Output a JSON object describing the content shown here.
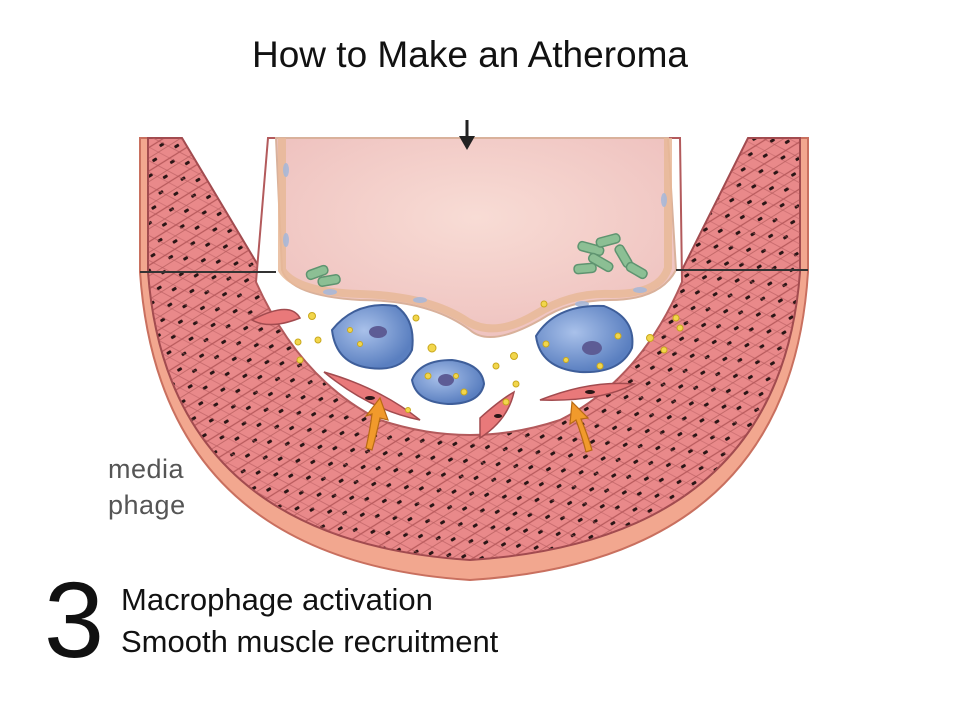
{
  "title": "How to Make an Atheroma",
  "figure": {
    "cropped_labels": [
      "media",
      "phage"
    ]
  },
  "step": {
    "number": "3",
    "lines": [
      "Macrophage activation",
      "Smooth muscle recruitment"
    ]
  },
  "colors": {
    "vessel_wall": "#f2a78f",
    "media_layer": "#e9898a",
    "lumen": "#f7d2cc",
    "intima_cells": "#f2c9b2",
    "macrophage": "#6f92cc",
    "lipid_granules": "#f2d64c",
    "foam_bodies": "#8cbf94",
    "recruitment_arrow": "#f19a2c"
  },
  "icons": [
    "down-arrow-icon",
    "recruitment-arrow-icon"
  ]
}
